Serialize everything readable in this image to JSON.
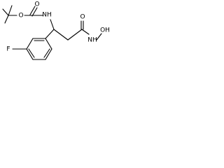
{
  "molecule": {
    "atom_labels": {
      "o_ester": "O",
      "nh_carbamate": "NH",
      "o_carbonyl_carbamate": "O",
      "o_carbonyl_amide": "O",
      "nh_hydroxamic": "NH",
      "oh_hydroxamic": "OH",
      "fluorine": "F"
    }
  }
}
